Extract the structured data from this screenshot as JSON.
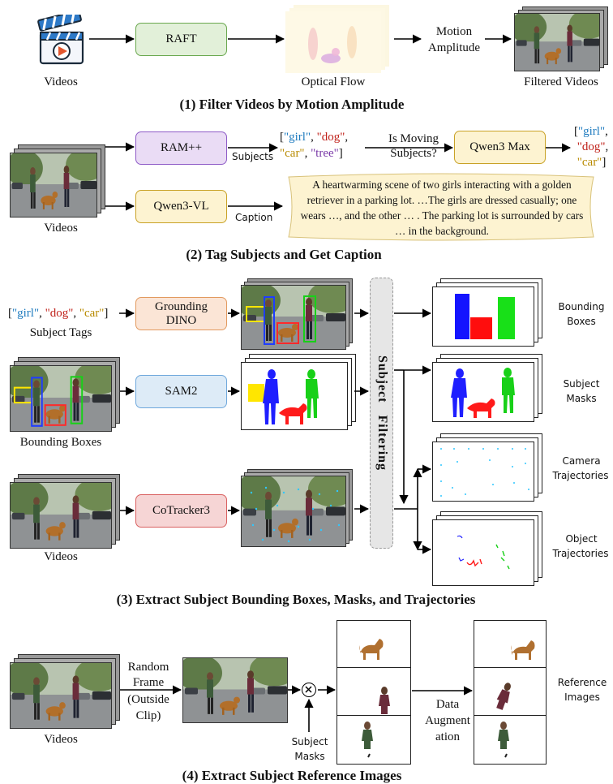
{
  "colors": {
    "girl": "#1e7bbf",
    "dog": "#c0221b",
    "car": "#b88a00",
    "tree": "#7a3aa8",
    "raft": "#6aa84f",
    "ram": "#8e5bc7",
    "qwen": "#c9a227",
    "dino": "#e29a5f",
    "sam": "#6fa8dc",
    "cot": "#d96060",
    "caption_bg": "#fdf6dc"
  },
  "stage1": {
    "title": "(1) Filter Videos by Motion Amplitude",
    "videos_icon": "clapperboard-icon",
    "videos_label": "Videos",
    "raft": "RAFT",
    "optical_flow_label": "Optical Flow",
    "motion_amplitude_1": "Motion",
    "motion_amplitude_2": "Amplitude",
    "filtered_label": "Filtered Videos"
  },
  "stage2": {
    "title": "(2) Tag Subjects and Get Caption",
    "videos_label": "Videos",
    "ram": "RAM++",
    "subjects_label": "Subjects",
    "tags": {
      "girl": "\"girl\"",
      "dog": "\"dog\"",
      "car": "\"car\"",
      "tree": "\"tree\""
    },
    "is_moving_1": "Is Moving",
    "is_moving_2": "Subjects?",
    "qwen3_max": "Qwen3 Max",
    "qwen3_vl": "Qwen3-VL",
    "caption_label": "Caption",
    "caption_text": "A heartwarming scene of two girls interacting with a golden retriever in a parking lot. …The girls are dressed casually; one wears …, and the other … . The parking lot is surrounded by cars … in the background."
  },
  "stage3": {
    "title": "(3) Extract Subject Bounding Boxes, Masks, and Trajectories",
    "subject_tags_label": "Subject Tags",
    "grounding_1": "Grounding",
    "grounding_2": "DINO",
    "sam2": "SAM2",
    "cotracker": "CoTracker3",
    "bbox_label": "Bounding Boxes",
    "videos_label": "Videos",
    "filtering": "Subject Filtering",
    "out_bbox_1": "Bounding",
    "out_bbox_2": "Boxes",
    "out_masks_1": "Subject",
    "out_masks_2": "Masks",
    "out_cam_1": "Camera",
    "out_cam_2": "Trajectories",
    "out_obj_1": "Object",
    "out_obj_2": "Trajectories"
  },
  "stage4": {
    "title": "(4) Extract Subject Reference Images",
    "videos_label": "Videos",
    "random_1": "Random",
    "random_2": "Frame",
    "random_3": "(Outside",
    "random_4": "Clip)",
    "otimes": "⊗",
    "subject_masks_1": "Subject",
    "subject_masks_2": "Masks",
    "aug_1": "Data",
    "aug_2": "Augment",
    "aug_3": "ation",
    "ref_1": "Reference",
    "ref_2": "Images"
  }
}
